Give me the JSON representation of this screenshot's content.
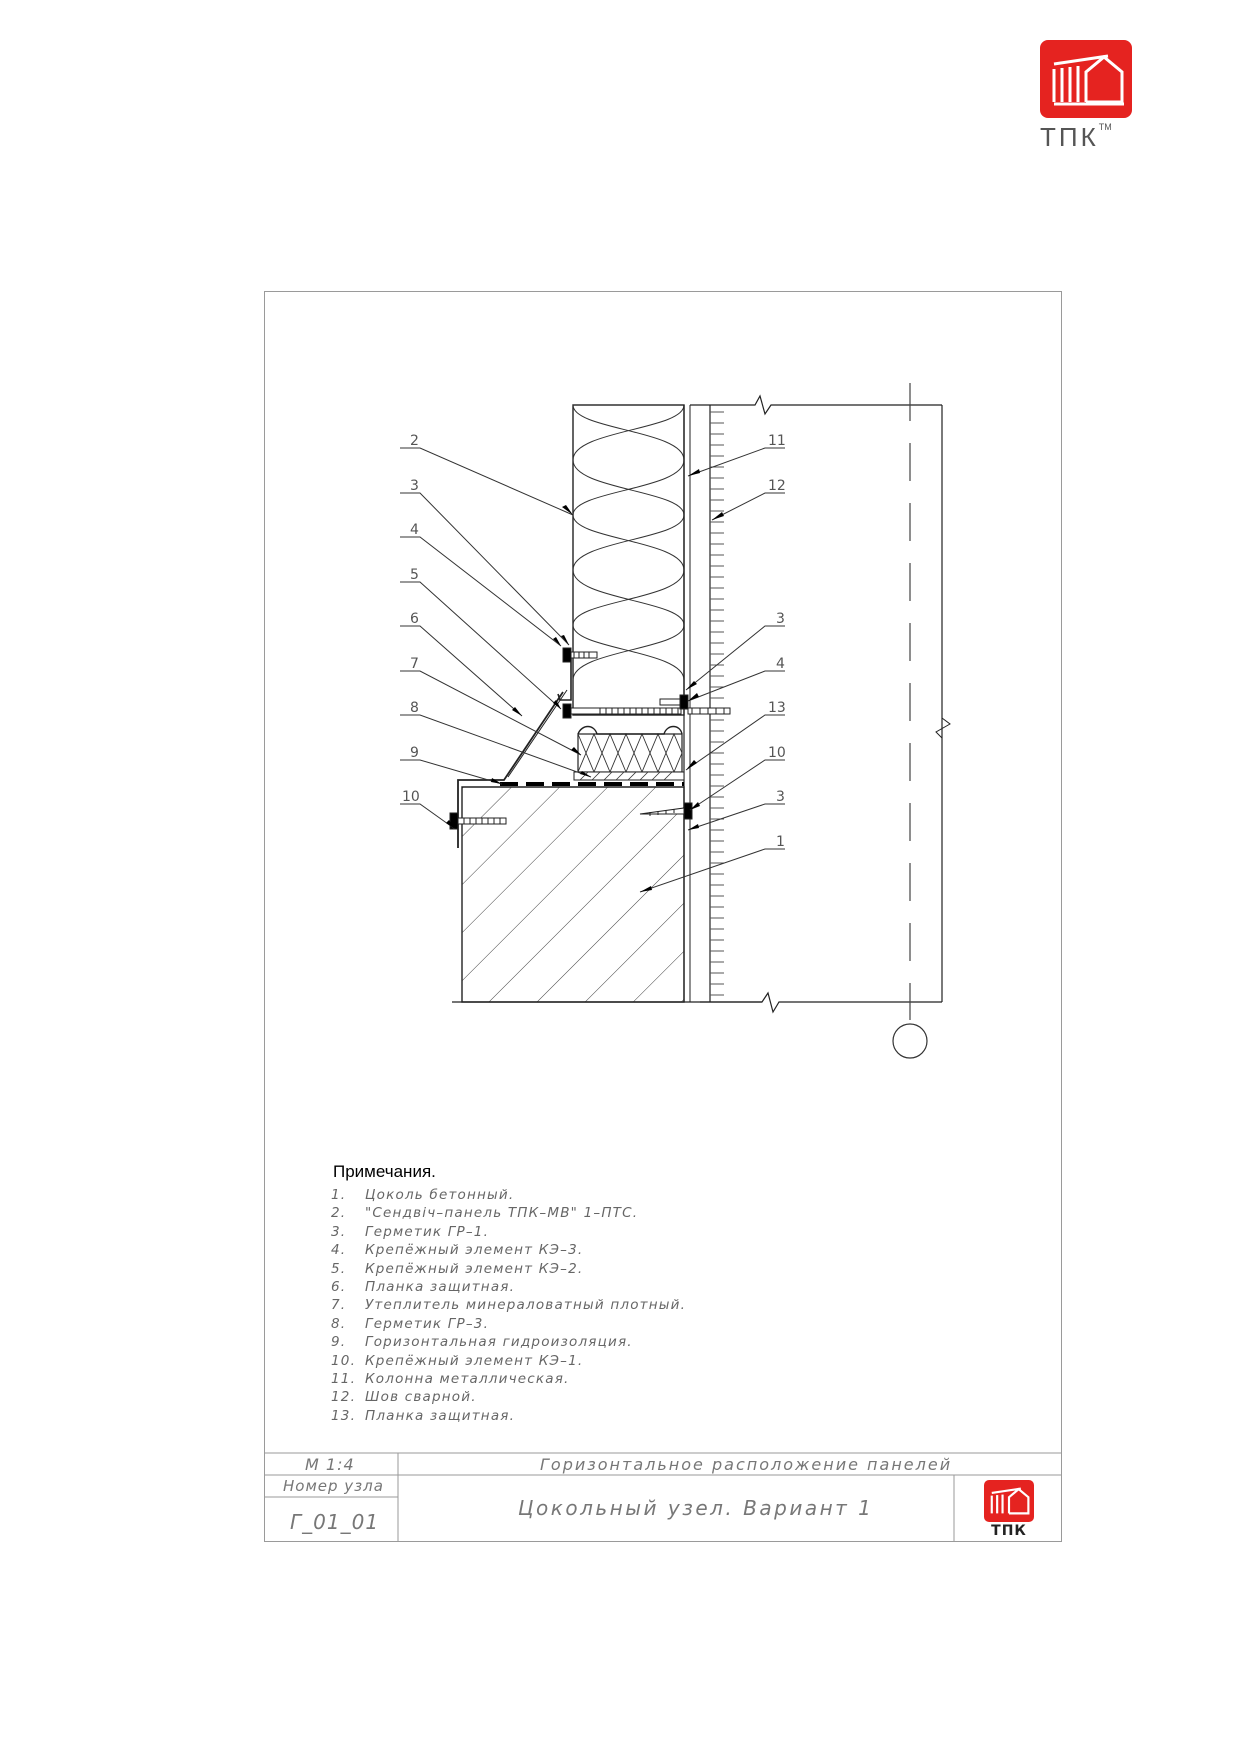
{
  "logo": {
    "text": "ТПК",
    "trademark": "TM",
    "brand_color": "#e52320"
  },
  "drawing": {
    "callouts_left": [
      "2",
      "3",
      "4",
      "5",
      "6",
      "7",
      "8",
      "9",
      "10"
    ],
    "callouts_right": [
      "11",
      "12",
      "3",
      "4",
      "13",
      "10",
      "3",
      "1"
    ]
  },
  "notes": {
    "title": "Примечания.",
    "items": [
      {
        "num": "1.",
        "text": "Цоколь бетонный."
      },
      {
        "num": "2.",
        "text": "\"Сендвіч–панель ТПК–МВ\" 1–ПТС."
      },
      {
        "num": "3.",
        "text": "Герметик ГР–1."
      },
      {
        "num": "4.",
        "text": "Крепёжный элемент КЭ–3."
      },
      {
        "num": "5.",
        "text": "Крепёжный элемент КЭ–2."
      },
      {
        "num": "6.",
        "text": "Планка защитная."
      },
      {
        "num": "7.",
        "text": "Утеплитель минераловатный плотный."
      },
      {
        "num": "8.",
        "text": "Герметик ГР–3."
      },
      {
        "num": "9.",
        "text": "Горизонтальная гидроизоляция."
      },
      {
        "num": "10.",
        "text": "Крепёжный элемент КЭ–1."
      },
      {
        "num": "11.",
        "text": "Колонна металлическая."
      },
      {
        "num": "12.",
        "text": "Шов сварной."
      },
      {
        "num": "13.",
        "text": "Планка защитная."
      }
    ]
  },
  "title_block": {
    "scale": "М 1:4",
    "node_label": "Номер узла",
    "node_number": "Г_01_01",
    "section": "Горизонтальное расположение панелей",
    "title": "Цокольный узел. Вариант 1",
    "logo_text": "ТПК"
  }
}
